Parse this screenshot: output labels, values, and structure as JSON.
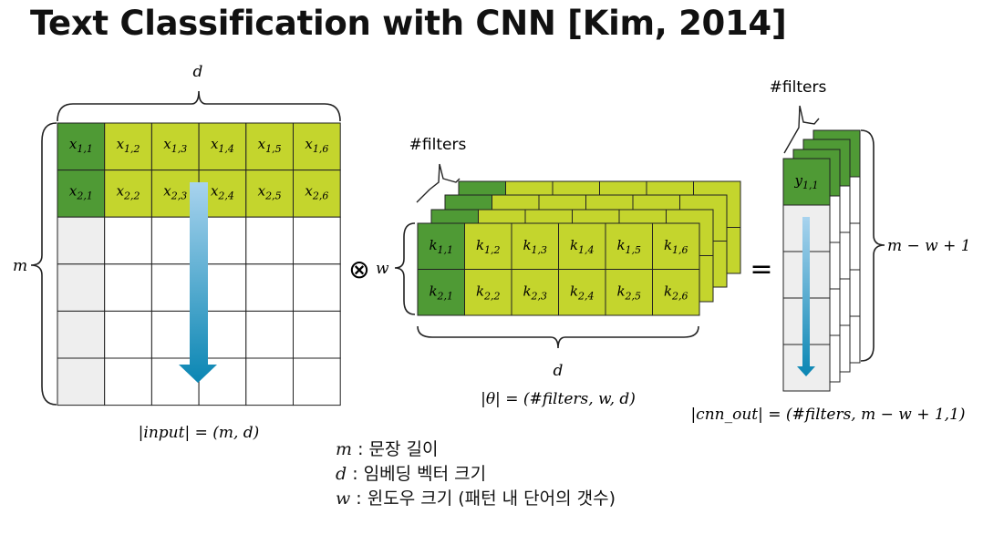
{
  "slide": {
    "title": "Text Classification with CNN [Kim, 2014]"
  },
  "input_matrix": {
    "dim_top": "d",
    "dim_left": "m",
    "row1": [
      "x",
      "x",
      "x",
      "x",
      "x",
      "x"
    ],
    "row1_sub": [
      "1,1",
      "1,2",
      "1,3",
      "1,4",
      "1,5",
      "1,6"
    ],
    "row2": [
      "x",
      "x",
      "x",
      "x",
      "x",
      "x"
    ],
    "row2_sub": [
      "2,1",
      "2,2",
      "2,3",
      "2,4",
      "2,5",
      "2,6"
    ],
    "caption": "|input| = (m, d)"
  },
  "operator": {
    "symbol": "⊗"
  },
  "kernel": {
    "stack_label": "#filters",
    "dim_left": "w",
    "dim_bottom": "d",
    "row1": [
      "k",
      "k",
      "k",
      "k",
      "k",
      "k"
    ],
    "row1_sub": [
      "1,1",
      "1,2",
      "1,3",
      "1,4",
      "1,5",
      "1,6"
    ],
    "row2": [
      "k",
      "k",
      "k",
      "k",
      "k",
      "k"
    ],
    "row2_sub": [
      "2,1",
      "2,2",
      "2,3",
      "2,4",
      "2,5",
      "2,6"
    ],
    "caption": "|θ| = (#filters, w, d)"
  },
  "equals": {
    "symbol": "="
  },
  "output": {
    "stack_label": "#filters",
    "cell": "y",
    "cell_sub": "1,1",
    "dim_right": "m − w + 1",
    "caption": "|cnn_out| = (#filters, m − w + 1,1)"
  },
  "legend": [
    {
      "symbol": "m",
      "text": " : 문장 길이"
    },
    {
      "symbol": "d",
      "text": " : 임베딩 벡터 크기"
    },
    {
      "symbol": "w",
      "text": " : 윈도우 크기 (패턴 내 단어의 갯수)"
    }
  ],
  "colors": {
    "dark_green": "#4f9a35",
    "light_green": "#c4d52d",
    "empty_cell": "#eeeeee",
    "grid_line": "#222222",
    "arrow_top": "#a8d3ee",
    "arrow_bottom": "#0a86b3"
  }
}
